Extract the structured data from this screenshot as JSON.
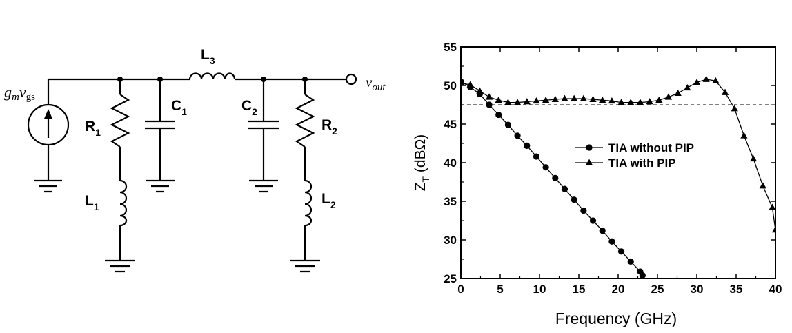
{
  "circuit": {
    "source_label": {
      "g": "g",
      "m": "m",
      "v": "v",
      "gs": "gs"
    },
    "output_label": {
      "v": "v",
      "out": "out"
    },
    "components": {
      "R1": {
        "main": "R",
        "sub": "1"
      },
      "C1": {
        "main": "C",
        "sub": "1"
      },
      "L3": {
        "main": "L",
        "sub": "3"
      },
      "C2": {
        "main": "C",
        "sub": "2"
      },
      "R2": {
        "main": "R",
        "sub": "2"
      },
      "L1": {
        "main": "L",
        "sub": "1"
      },
      "L2": {
        "main": "L",
        "sub": "2"
      }
    }
  },
  "chart_data": {
    "type": "line",
    "xlabel": "Frequency (GHz)",
    "ylabel_main": "Z",
    "ylabel_sub": "T",
    "ylabel_unit": " (dBΩ)",
    "xlim": [
      0,
      40
    ],
    "ylim": [
      25,
      55
    ],
    "xticks": [
      0,
      5,
      10,
      15,
      20,
      25,
      30,
      35,
      40
    ],
    "yticks": [
      25,
      30,
      35,
      40,
      45,
      50,
      55
    ],
    "reference_line": 47.5,
    "legend_position": "center-right",
    "series": [
      {
        "name": "TIA without PIP",
        "marker": "circle",
        "x": [
          0,
          1.2,
          2.4,
          3.6,
          4.8,
          6.0,
          7.2,
          8.4,
          9.6,
          10.8,
          12.0,
          13.2,
          14.4,
          15.6,
          16.8,
          18.0,
          19.2,
          20.4,
          21.6,
          22.8,
          23.1
        ],
        "y": [
          50.5,
          49.8,
          48.9,
          47.5,
          46.2,
          44.9,
          43.5,
          42.2,
          40.8,
          39.4,
          38.0,
          36.6,
          35.2,
          33.8,
          32.5,
          31.2,
          29.8,
          28.5,
          27.2,
          25.9,
          25.4
        ]
      },
      {
        "name": "TIA with PIP",
        "marker": "triangle",
        "x": [
          0,
          1.2,
          2.4,
          3.6,
          4.8,
          6.0,
          7.2,
          8.4,
          9.6,
          10.8,
          12.0,
          13.2,
          14.4,
          15.6,
          16.8,
          18.0,
          19.2,
          20.4,
          21.6,
          22.8,
          24.0,
          25.2,
          26.4,
          27.6,
          28.8,
          30.0,
          31.2,
          32.4,
          33.6,
          34.8,
          36.0,
          37.2,
          38.4,
          39.6,
          40.0
        ],
        "y": [
          50.3,
          50.1,
          49.3,
          48.5,
          48.1,
          47.8,
          47.8,
          47.9,
          48.0,
          48.1,
          48.2,
          48.3,
          48.3,
          48.3,
          48.2,
          48.1,
          48.0,
          47.8,
          47.8,
          47.8,
          47.9,
          48.1,
          48.5,
          49.0,
          49.7,
          50.4,
          50.8,
          50.6,
          49.1,
          47.0,
          43.5,
          40.5,
          37.0,
          34.2,
          31.3
        ]
      }
    ]
  }
}
